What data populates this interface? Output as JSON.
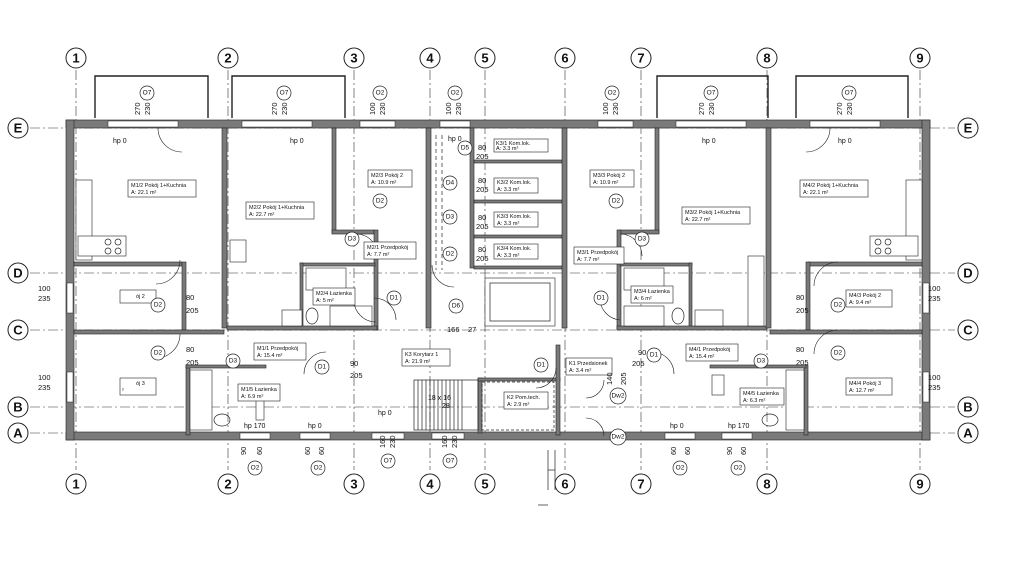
{
  "axes": {
    "columns": [
      "1",
      "2",
      "3",
      "4",
      "5",
      "6",
      "7",
      "8",
      "9"
    ],
    "rows": [
      "E",
      "D",
      "C",
      "B",
      "A"
    ]
  },
  "rooms": [
    {
      "id": "m1-2",
      "name": "M1/2 Pokój 1+Kuchnia",
      "area": "A: 22.1 m²"
    },
    {
      "id": "m2-2",
      "name": "M2/2 Pokój 1+Kuchnia",
      "area": "A: 22.7 m²"
    },
    {
      "id": "m2-3",
      "name": "M2/3 Pokój 2",
      "area": "A: 10.9 m²"
    },
    {
      "id": "m2-1",
      "name": "M2/1 Przedpokój",
      "area": "A: 7.7 m²"
    },
    {
      "id": "m2-4",
      "name": "M2/4 Łazienka",
      "area": "A: 5 m²"
    },
    {
      "id": "k3-1",
      "name": "K3/1 Kom.lok.",
      "area": "A: 3.3 m²"
    },
    {
      "id": "k3-2",
      "name": "K3/2 Kom.lok.",
      "area": "A: 3.3 m²"
    },
    {
      "id": "k3-3",
      "name": "K3/3 Kom.lok.",
      "area": "A: 3.3 m²"
    },
    {
      "id": "k3-4",
      "name": "K3/4 Kom.lok.",
      "area": "A: 3.3 m²"
    },
    {
      "id": "m3-3",
      "name": "M3/3 Pokój 2",
      "area": "A: 10.9 m²"
    },
    {
      "id": "m3-2",
      "name": "M3/2 Pokój 1+Kuchnia",
      "area": "A: 22.7 m²"
    },
    {
      "id": "m3-1",
      "name": "M3/1 Przedpokój",
      "area": "A: 7.7 m²"
    },
    {
      "id": "m3-4",
      "name": "M3/4 Łazienka",
      "area": "A: 6 m²"
    },
    {
      "id": "m4-2",
      "name": "M4/2 Pokój 1+Kuchnia",
      "area": "A: 22.1 m²"
    },
    {
      "id": "m4-3",
      "name": "M4/3 Pokój 2",
      "area": "A: 9.4 m²"
    },
    {
      "id": "m4-1",
      "name": "M4/1 Przedpokój",
      "area": "A: 15.4 m²"
    },
    {
      "id": "m4-4",
      "name": "M4/4 Pokój 3",
      "area": "A: 12.7 m²"
    },
    {
      "id": "m4-5",
      "name": "M4/5 Łazienka",
      "area": "A: 6.3 m²"
    },
    {
      "id": "m1-1",
      "name": "M1/1 Przedpokój",
      "area": "A: 15.4 m²"
    },
    {
      "id": "m1-5",
      "name": "M1/5 Łazienka",
      "area": "A: 6.9 m²"
    },
    {
      "id": "m1-pok2",
      "name": "ój 2",
      "area": ""
    },
    {
      "id": "m1-pok3",
      "name": "ój 3",
      "area": "²"
    },
    {
      "id": "k3-korytarz",
      "name": "K3 Korytarz 1",
      "area": "A: 21.9 m²"
    },
    {
      "id": "k1-przedsionek",
      "name": "K1 Przedsionek",
      "area": "A: 3.4 m²"
    },
    {
      "id": "k2",
      "name": "K2 Pom.tech.",
      "area": "A: 2.9 m²"
    }
  ],
  "door_tags": {
    "d1": "D1",
    "d2": "D2",
    "d3": "D3",
    "d4": "D4",
    "d5": "D5",
    "d6": "D6",
    "dw2": "Dw2"
  },
  "window_tags": {
    "o2": "O2",
    "o7": "O7"
  },
  "dims": {
    "d100": "100",
    "d235": "235",
    "d230": "230",
    "d270": "270",
    "d80": "80",
    "d205": "205",
    "d90": "90",
    "d60": "60",
    "d160": "160",
    "d140": "140",
    "d166": "166",
    "d27": "27",
    "hp0": "hp 0",
    "hp170": "hp 170",
    "stair": "18 x 16",
    "stair2": "28"
  }
}
